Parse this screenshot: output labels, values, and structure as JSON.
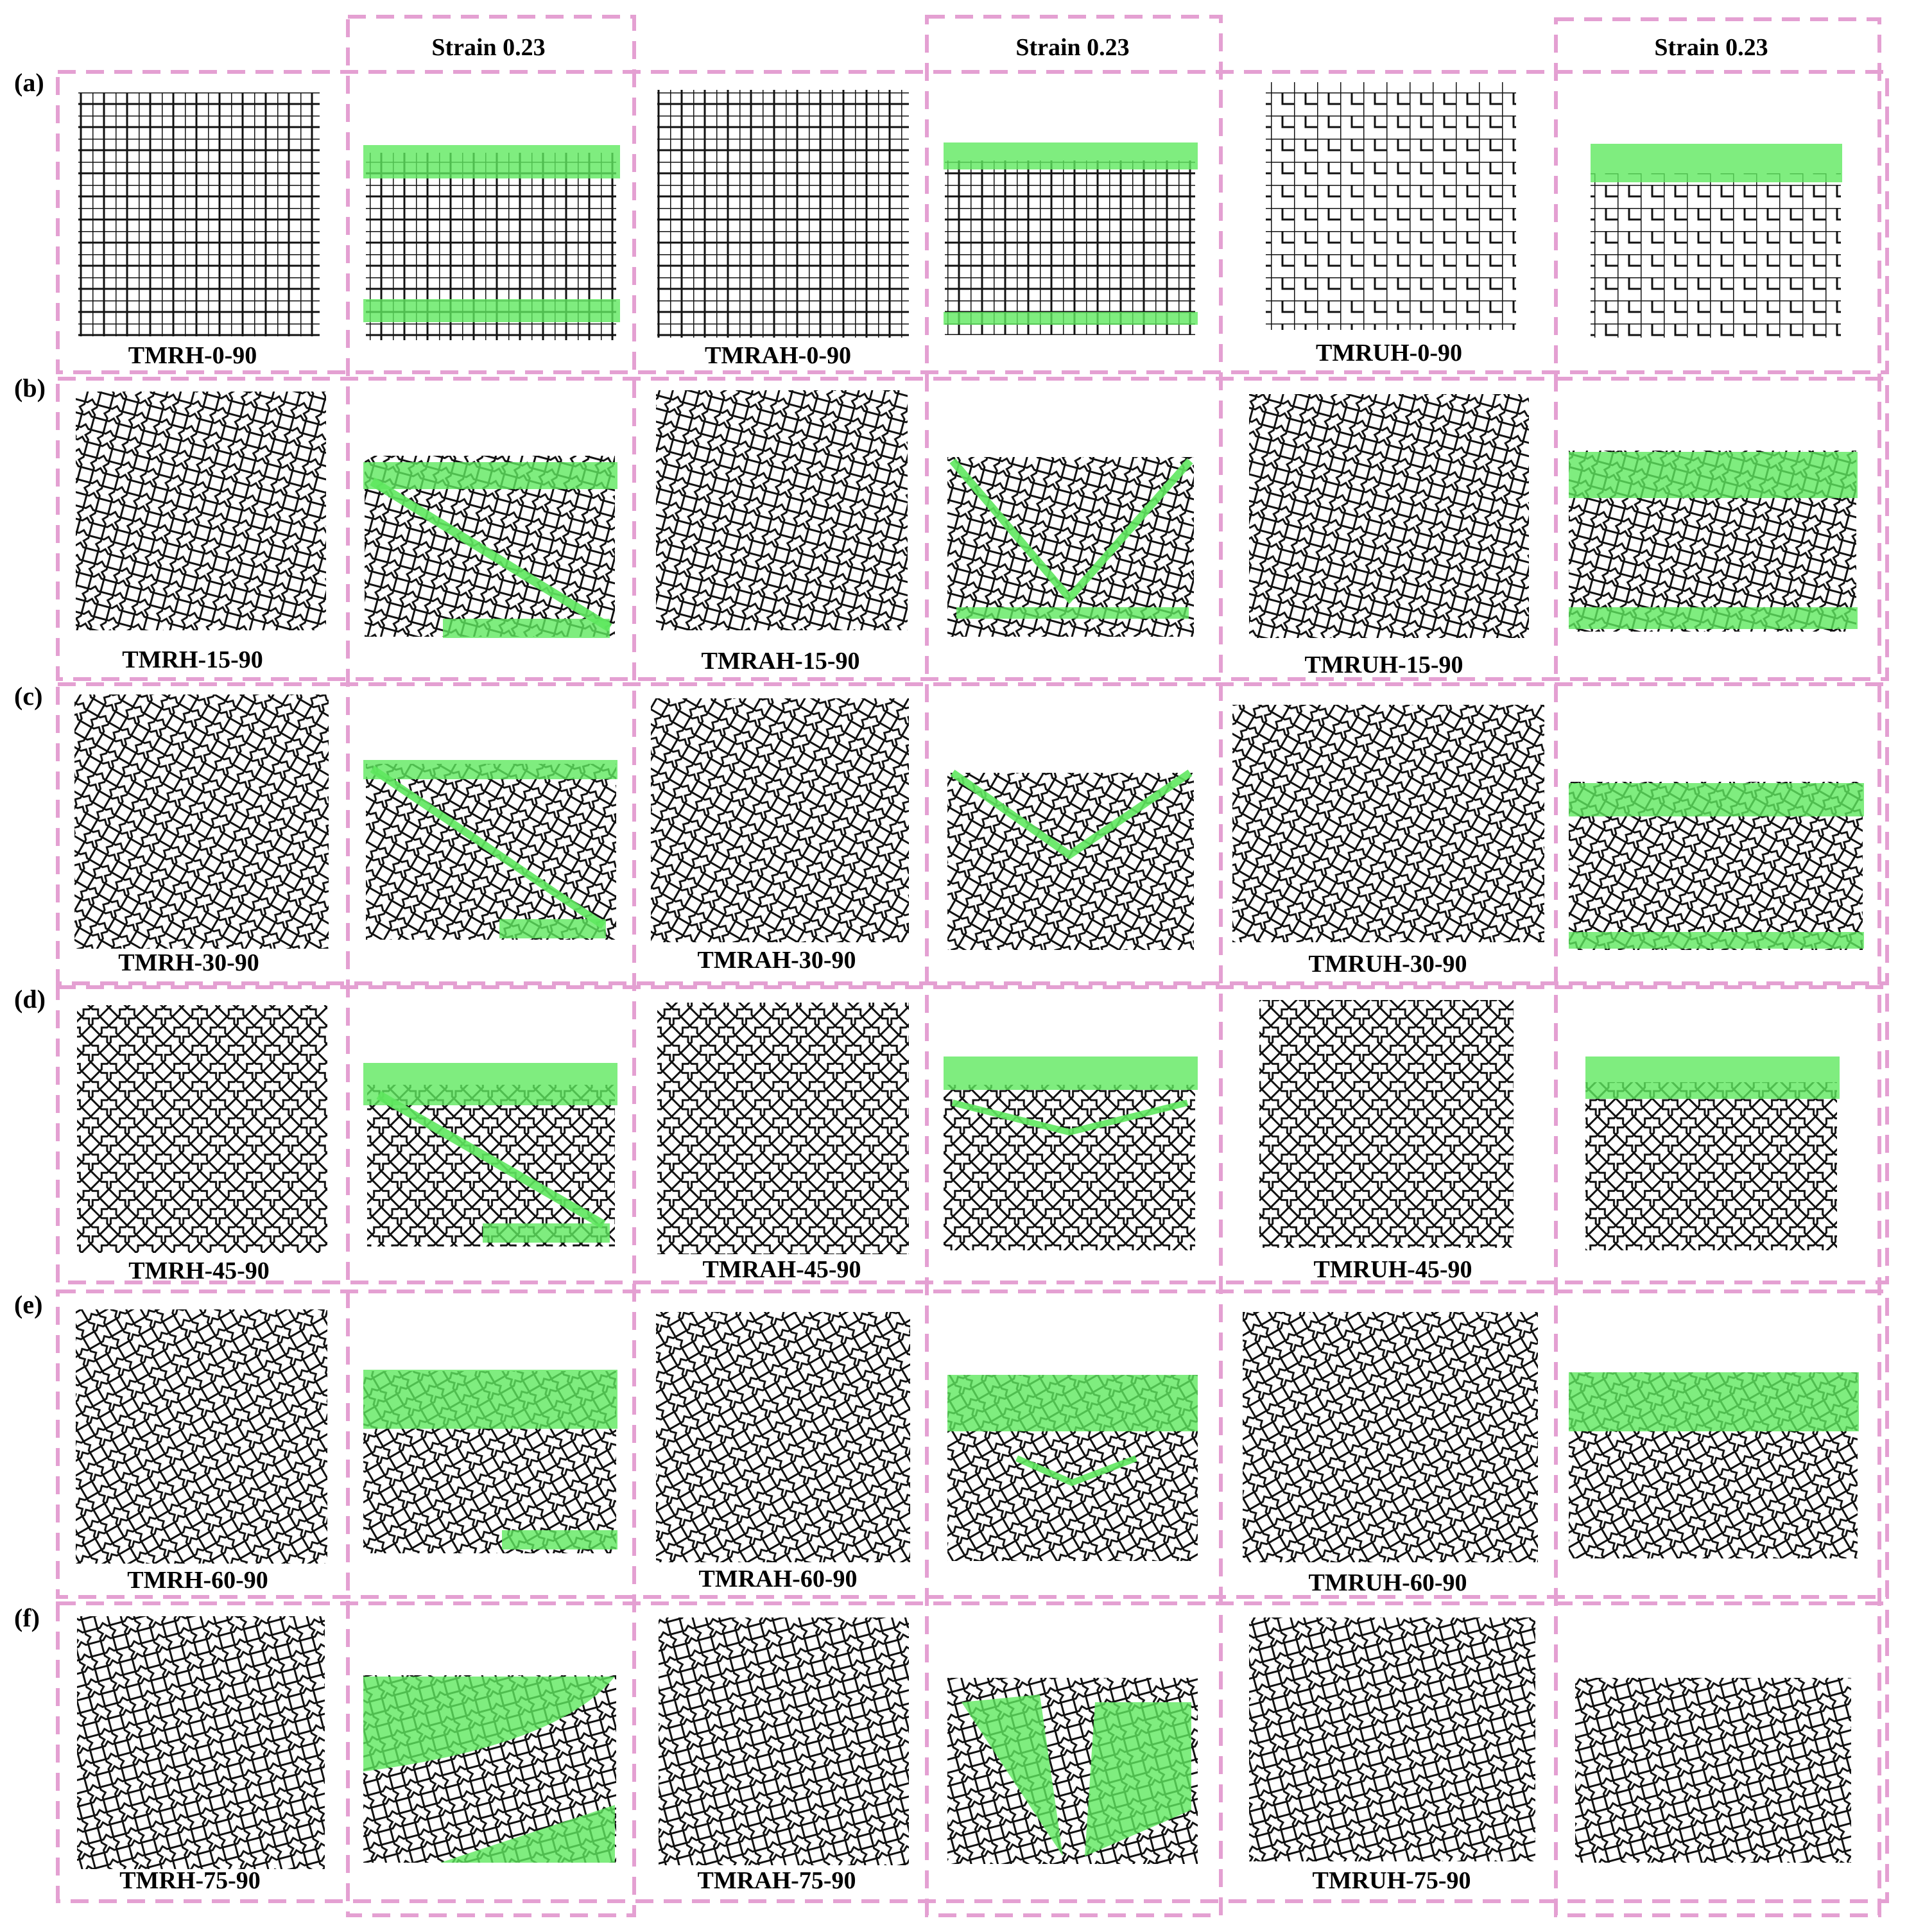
{
  "strain_label": "Strain 0.23",
  "rows": [
    {
      "label": "(a)",
      "angle": 0,
      "captions": [
        "TMRH-0-90",
        "TMRAH-0-90",
        "TMRUH-0-90"
      ]
    },
    {
      "label": "(b)",
      "angle": 15,
      "captions": [
        "TMRH-15-90",
        "TMRAH-15-90",
        "TMRUH-15-90"
      ]
    },
    {
      "label": "(c)",
      "angle": 30,
      "captions": [
        "TMRH-30-90",
        "TMRAH-30-90",
        "TMRUH-30-90"
      ]
    },
    {
      "label": "(d)",
      "angle": 45,
      "captions": [
        "TMRH-45-90",
        "TMRAH-45-90",
        "TMRUH-45-90"
      ]
    },
    {
      "label": "(e)",
      "angle": 60,
      "captions": [
        "TMRH-60-90",
        "TMRAH-60-90",
        "TMRUH-60-90"
      ]
    },
    {
      "label": "(f)",
      "angle": 75,
      "captions": [
        "TMRH-75-90",
        "TMRAH-75-90",
        "TMRUH-75-90"
      ]
    }
  ],
  "colors": {
    "frame": "#e4a0d2",
    "lattice": "#111111",
    "band_fill": "#5fe85f",
    "band_line": "#22bb22"
  }
}
